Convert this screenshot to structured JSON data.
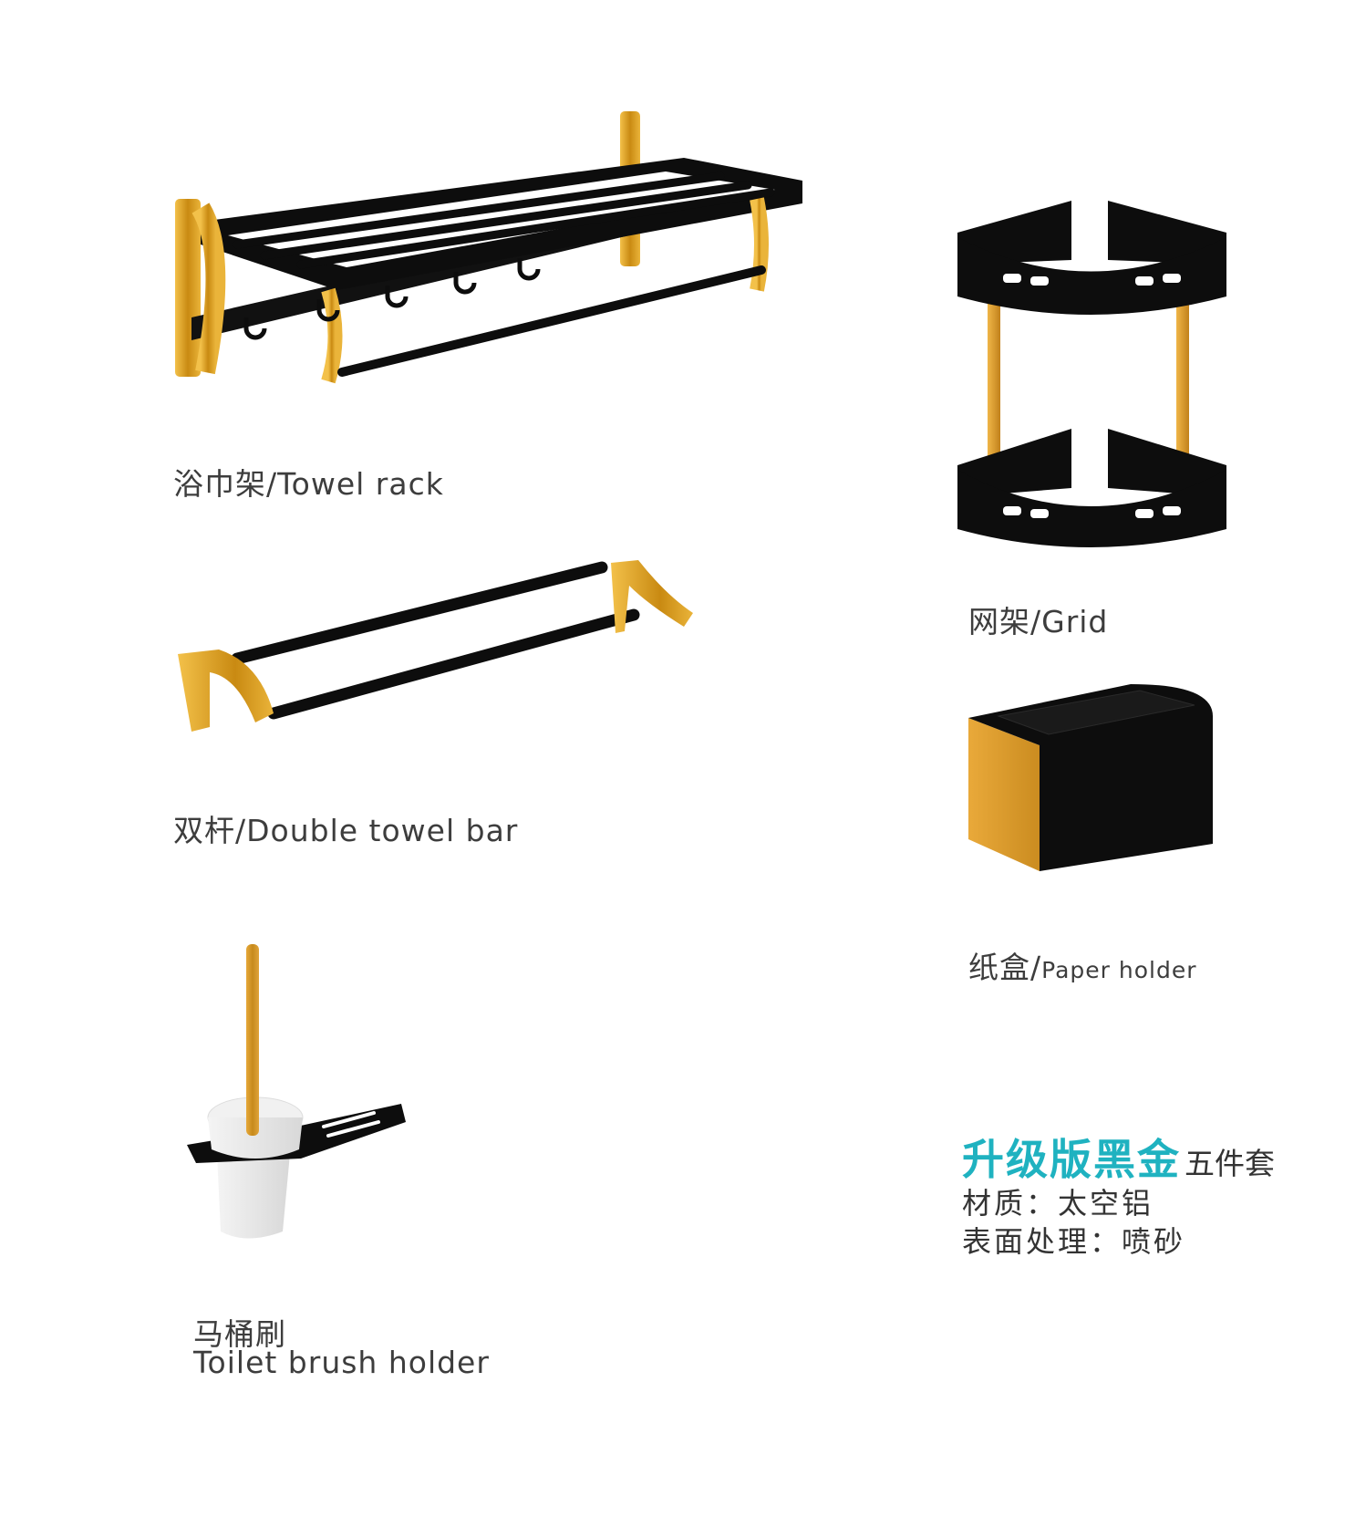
{
  "products": [
    {
      "id": "towel-rack",
      "label": "浴巾架/Towel rack"
    },
    {
      "id": "double-towel-bar",
      "label": "双杆/Double towel bar"
    },
    {
      "id": "toilet-brush-holder",
      "label_cn": "马桶刷",
      "label_en": "Toilet brush holder"
    },
    {
      "id": "grid",
      "label": "网架/Grid"
    },
    {
      "id": "paper-holder",
      "label_cn": "纸盒/",
      "label_en": "Paper holder"
    }
  ],
  "promo": {
    "title": "升级版黑金",
    "suffix": "五件套",
    "specs": [
      {
        "key": "材质",
        "sep": "：",
        "value": "太空铝"
      },
      {
        "key": "表面处理",
        "sep": "：",
        "value": "喷砂"
      }
    ]
  },
  "colors": {
    "gold": "#d9a021",
    "black": "#0d0d0d",
    "accent": "#1fb2c0",
    "text": "#3d3d3d"
  }
}
